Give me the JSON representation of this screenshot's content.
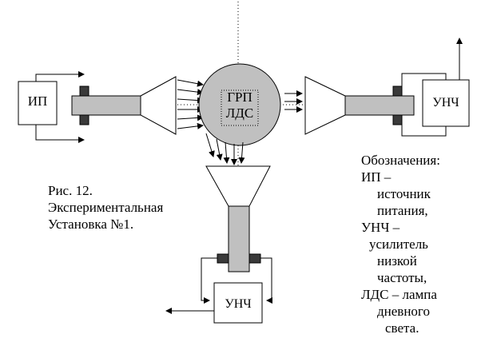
{
  "diagram": {
    "center_label_line1": "ГРП",
    "center_label_line2": "ЛДС",
    "power_source_label": "ИП",
    "amplifier_right_label": "УНЧ",
    "amplifier_bottom_label": "УНЧ"
  },
  "caption": {
    "line1": "Рис. 12.",
    "line2": "Экспериментальная",
    "line3": "Установка №1."
  },
  "legend": {
    "title": "Обозначения:",
    "lines": [
      "ИП –",
      "источник",
      "питания,",
      "УНЧ –",
      "усилитель",
      "низкой",
      "частоты,",
      "ЛДС –  лампа",
      "дневного",
      "света."
    ]
  },
  "colors": {
    "fill_grey": "#c0c0c0",
    "clamp": "#3a3a3a",
    "stroke": "#000000"
  }
}
